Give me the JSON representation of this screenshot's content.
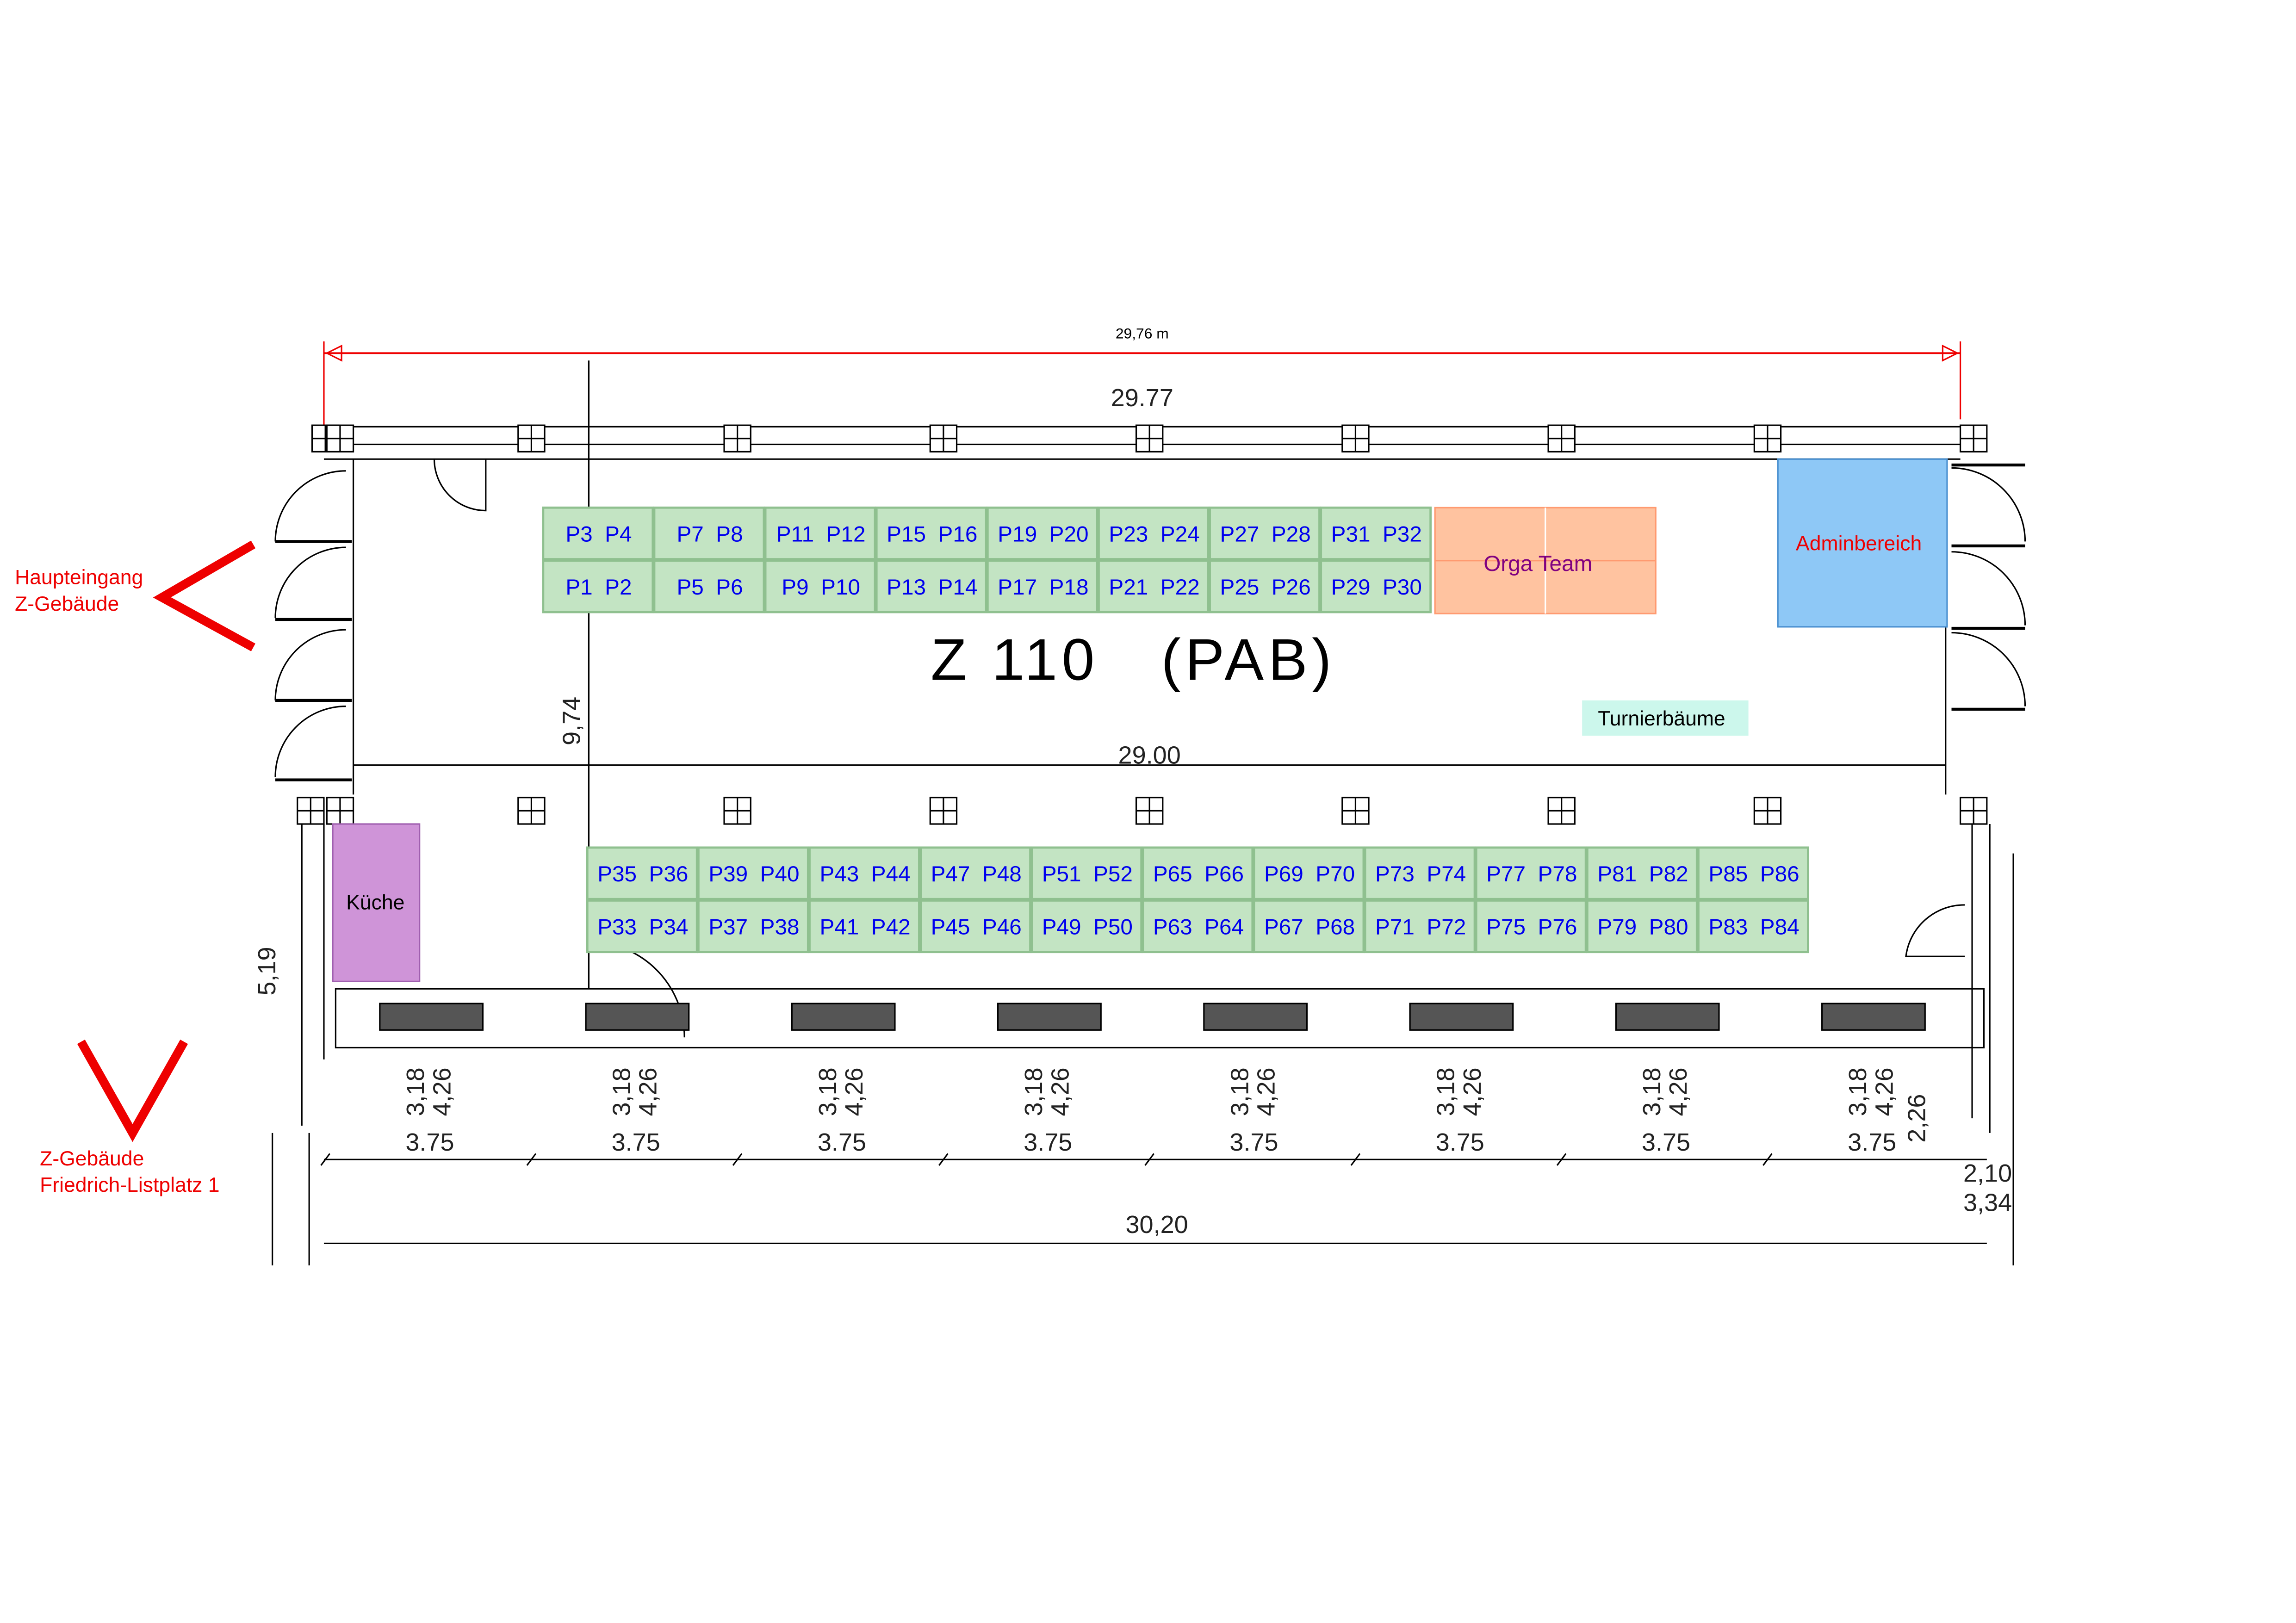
{
  "room": {
    "title": "Z 110   (PAB)"
  },
  "dimensions": {
    "overall_red": "29,76 m",
    "top": "29.77",
    "middle": "29.00",
    "height": "9,74",
    "bottom_total": "30,20",
    "bay": "3.75",
    "bay_count": 8,
    "window_a": "3,18",
    "window_b": "4,26",
    "right_a": "2,26",
    "right_b": "2,10",
    "right_c": "3,34",
    "left": "5,19"
  },
  "labels": {
    "main_entrance": [
      "Haupteingang",
      "Z-Gebäude"
    ],
    "building_entrance": [
      "Z-Gebäude",
      "Friedrich-Listplatz 1"
    ],
    "kitchen": "Küche",
    "admin": "Adminbereich",
    "orga": "Orga Team",
    "tournament_trees": "Turnierbäume"
  },
  "colors": {
    "desk": "#c3e4c3",
    "orga": "#ffc3a0",
    "admin": "#8ec8f6",
    "kitchen": "#cf94d8",
    "trees": "#ccf7ec",
    "arrow": "#ee0000"
  },
  "desks": {
    "upper_block": {
      "row_top": [
        "P3 P4",
        "P7 P8",
        "P11 P12",
        "P15 P16",
        "P19 P20",
        "P23 P24",
        "P27 P28",
        "P31 P32"
      ],
      "row_bottom": [
        "P1 P2",
        "P5 P6",
        "P9 P10",
        "P13 P14",
        "P17 P18",
        "P21 P22",
        "P25 P26",
        "P29 P30"
      ]
    },
    "lower_block": {
      "row_top": [
        "P35 P36",
        "P39 P40",
        "P43 P44",
        "P47 P48",
        "P51 P52",
        "P65 P66",
        "P69 P70",
        "P73 P74",
        "P77 P78",
        "P81 P82",
        "P85 P86"
      ],
      "row_bottom": [
        "P33 P34",
        "P37 P38",
        "P41 P42",
        "P45 P46",
        "P49 P50",
        "P63 P64",
        "P67 P68",
        "P71 P72",
        "P75 P76",
        "P79 P80",
        "P83 P84"
      ]
    }
  }
}
